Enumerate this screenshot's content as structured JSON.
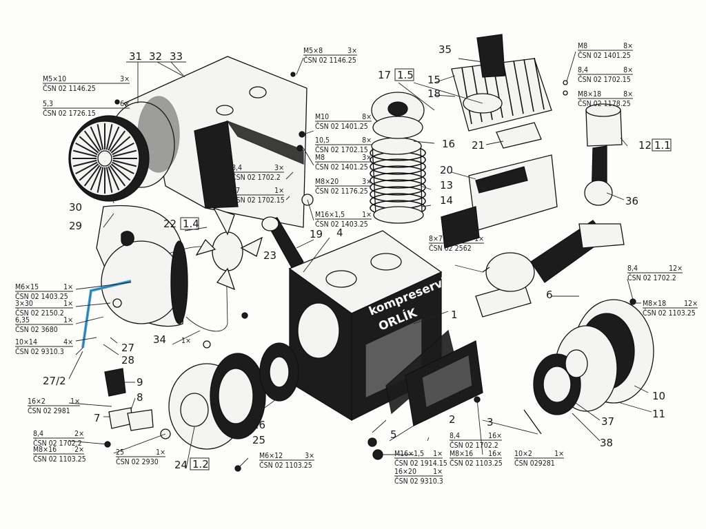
{
  "colors": {
    "ink": "#1c1c1c",
    "paper": "#fdfdfc",
    "highlight": "#4da3d6"
  },
  "brand": {
    "line1": "kompreservis",
    "line2": "ORLÍK"
  },
  "labels": [
    {
      "id": "p1",
      "text": "1"
    },
    {
      "id": "p2",
      "text": "2"
    },
    {
      "id": "p3",
      "text": "3"
    },
    {
      "id": "p4",
      "text": "4"
    },
    {
      "id": "p5",
      "text": "5"
    },
    {
      "id": "p6",
      "text": "6"
    },
    {
      "id": "p7",
      "text": "7"
    },
    {
      "id": "p8",
      "text": "8"
    },
    {
      "id": "p9",
      "text": "9"
    },
    {
      "id": "p10",
      "text": "10"
    },
    {
      "id": "p11",
      "text": "11"
    },
    {
      "id": "p12",
      "text": "12"
    },
    {
      "id": "p12b",
      "text": "1.1"
    },
    {
      "id": "p13",
      "text": "13"
    },
    {
      "id": "p14",
      "text": "14"
    },
    {
      "id": "p15",
      "text": "15"
    },
    {
      "id": "p16",
      "text": "16"
    },
    {
      "id": "p17",
      "text": "17"
    },
    {
      "id": "p17b",
      "text": "1.5"
    },
    {
      "id": "p18",
      "text": "18"
    },
    {
      "id": "p19",
      "text": "19"
    },
    {
      "id": "p20",
      "text": "20"
    },
    {
      "id": "p21",
      "text": "21"
    },
    {
      "id": "p22",
      "text": "22"
    },
    {
      "id": "p22b",
      "text": "1.4"
    },
    {
      "id": "p23",
      "text": "23"
    },
    {
      "id": "p24",
      "text": "24"
    },
    {
      "id": "p24b",
      "text": "1.2"
    },
    {
      "id": "p25",
      "text": "25"
    },
    {
      "id": "p26",
      "text": "26"
    },
    {
      "id": "p27",
      "text": "27"
    },
    {
      "id": "p27_2",
      "text": "27/2"
    },
    {
      "id": "p28",
      "text": "28"
    },
    {
      "id": "p29",
      "text": "29"
    },
    {
      "id": "p30",
      "text": "30"
    },
    {
      "id": "p31",
      "text": "31"
    },
    {
      "id": "p32",
      "text": "32"
    },
    {
      "id": "p33",
      "text": "33"
    },
    {
      "id": "p34",
      "text": "34"
    },
    {
      "id": "p35",
      "text": "35"
    },
    {
      "id": "p36",
      "text": "36"
    },
    {
      "id": "p37",
      "text": "37"
    },
    {
      "id": "p38",
      "text": "38"
    }
  ],
  "specs": [
    {
      "id": "s_m5x10",
      "a": "M5×10",
      "b": "3×",
      "c": "ČSN 02 1146.25"
    },
    {
      "id": "s_53",
      "a": "5,3",
      "b": "6×",
      "c": "ČSN 02 1726.15"
    },
    {
      "id": "s_m5x8",
      "a": "M5×8",
      "b": "3×",
      "c": "ČSN 02 1146.25"
    },
    {
      "id": "s_m10",
      "a": "M10",
      "b": "8×",
      "c": "ČSN 02 1401.25"
    },
    {
      "id": "s_105",
      "a": "10,5",
      "b": "8×",
      "c": "ČSN 02 1702.15"
    },
    {
      "id": "s_m8a",
      "a": "M8",
      "b": "3×",
      "c": "ČSN 02 1401.25"
    },
    {
      "id": "s_m8x20",
      "a": "M8×20",
      "b": "3×",
      "c": "ČSN 02 1176.25"
    },
    {
      "id": "s_84a",
      "a": "8,4",
      "b": "3×",
      "c": "ČSN 02 1702.2"
    },
    {
      "id": "s_17",
      "a": "17",
      "b": "1×",
      "c": "ČSN 02 1702.15"
    },
    {
      "id": "s_m16x15a",
      "a": "M16×1,5",
      "b": "1×",
      "c": "ČSN 02 1403.25"
    },
    {
      "id": "s_m8b",
      "a": "M8",
      "b": "8×",
      "c": "ČSN 02 1401.25"
    },
    {
      "id": "s_84b",
      "a": "8,4",
      "b": "8×",
      "c": "ČSN 02 1702.15"
    },
    {
      "id": "s_m8x18a",
      "a": "M8×18",
      "b": "8×",
      "c": "ČSN 02 1178.25"
    },
    {
      "id": "s_8x7x22",
      "a": "8×7×22",
      "b": "1×",
      "c": "ČSN 02 2562"
    },
    {
      "id": "s_84c",
      "a": "8,4",
      "b": "12×",
      "c": "ČSN 02 1702.2"
    },
    {
      "id": "s_m8x18b",
      "a": "M8×18",
      "b": "12×",
      "c": "ČSN 02 1103.25"
    },
    {
      "id": "s_m6x15",
      "a": "M6×15",
      "b": "1×",
      "c": "ČSN 02 1403.25"
    },
    {
      "id": "s_3x30",
      "a": "3×30",
      "b": "1×",
      "c": "ČSN 02 2150.2"
    },
    {
      "id": "s_635",
      "a": "6,35",
      "b": "1×",
      "c": "ČSN 02 3680"
    },
    {
      "id": "s_10x14",
      "a": "10×14",
      "b": "4×",
      "c": "ČSN 02 9310.3"
    },
    {
      "id": "s_16x2",
      "a": "16×2",
      "b": "1×",
      "c": "ČSN 02 2981"
    },
    {
      "id": "s_84d",
      "a": "8,4",
      "b": "2×",
      "c": "ČSN 02 1702.2"
    },
    {
      "id": "s_m8x16a",
      "a": "M8×16",
      "b": "2×",
      "c": "ČSN 02 1103.25"
    },
    {
      "id": "s_25",
      "a": "25",
      "b": "1×",
      "c": "ČSN 02 2930"
    },
    {
      "id": "s_m6x12",
      "a": "M6×12",
      "b": "3×",
      "c": "ČSN 02 1103.25"
    },
    {
      "id": "s_m16x15b",
      "a": "M16×1,5",
      "b": "1×",
      "c": "ČSN 02 1914.15"
    },
    {
      "id": "s_16x20",
      "a": "16×20",
      "b": "1×",
      "c": "ČSN 02 9310.3"
    },
    {
      "id": "s_84e",
      "a": "8,4",
      "b": "16×",
      "c": "ČSN 02 1702.2"
    },
    {
      "id": "s_m8x16b",
      "a": "M8×16",
      "b": "16×",
      "c": "ČSN 02 1103.25"
    },
    {
      "id": "s_10x2",
      "a": "10×2",
      "b": "1×",
      "c": "ČSN 029281"
    }
  ],
  "single_labels": [
    {
      "id": "l_34x",
      "text": "1×"
    }
  ]
}
